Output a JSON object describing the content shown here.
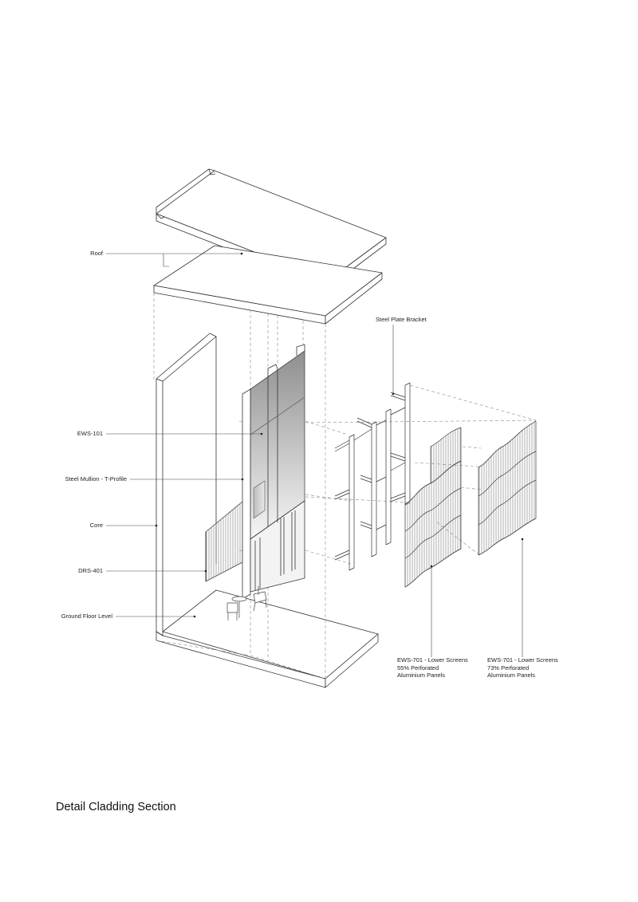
{
  "title": "Detail Cladding Section",
  "labels": {
    "roof": "Roof",
    "steel_plate_bracket": "Steel Plate Bracket",
    "ews_101": "EWS-101",
    "steel_mullion": "Steel Mullion - T-Profile",
    "core": "Core",
    "drs_401": "DRS-401",
    "ground_floor": "Ground Floor Level",
    "ews_701_a": [
      "EWS-701 - Lower Screens",
      "55% Perforated",
      "Aluminium Panels"
    ],
    "ews_701_b": [
      "EWS-701 - Lower Screens",
      "73% Perforated",
      "Aluminium Panels"
    ]
  },
  "colors": {
    "line": "#333333",
    "leader": "#444444",
    "dash": "#888888",
    "glass_dark": "#9a9a9a",
    "glass_light": "#f4f4f4"
  }
}
